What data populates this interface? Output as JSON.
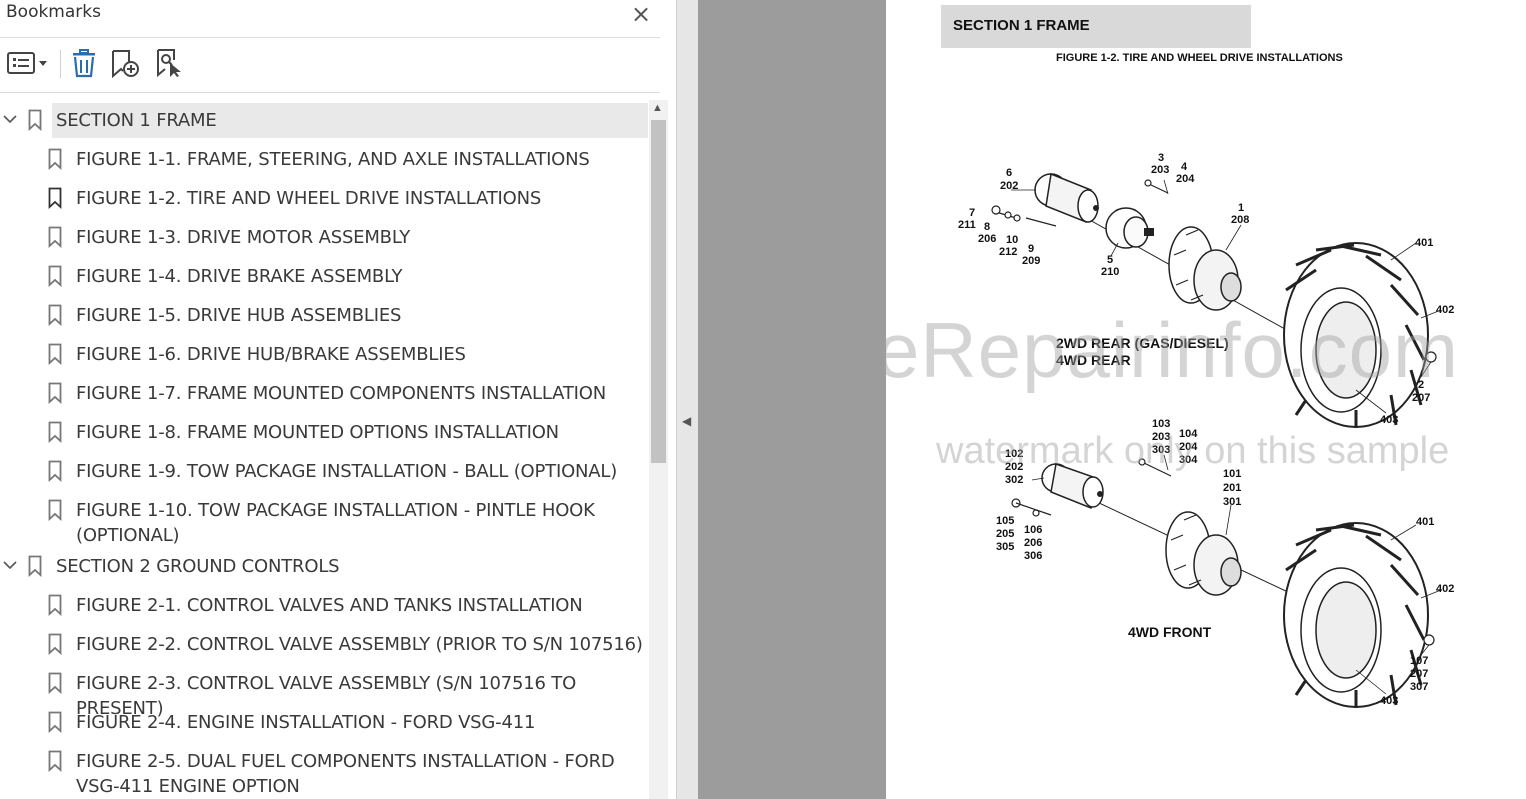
{
  "bookmarks_panel": {
    "title": "Bookmarks",
    "close_glyph": "×",
    "toolbar": [
      {
        "name": "options-menu-icon"
      },
      {
        "name": "delete-bookmark-icon"
      },
      {
        "name": "add-bookmark-icon"
      },
      {
        "name": "find-current-bookmark-icon"
      }
    ],
    "tree": [
      {
        "level": 0,
        "expanded": true,
        "selected": true,
        "label": "SECTION 1 FRAME"
      },
      {
        "level": 1,
        "label": "FIGURE 1-1. FRAME, STEERING, AND AXLE INSTALLATIONS"
      },
      {
        "level": 1,
        "current": true,
        "label": "FIGURE 1-2. TIRE AND WHEEL DRIVE INSTALLATIONS"
      },
      {
        "level": 1,
        "label": "FIGURE 1-3. DRIVE MOTOR ASSEMBLY"
      },
      {
        "level": 1,
        "label": "FIGURE 1-4. DRIVE BRAKE ASSEMBLY"
      },
      {
        "level": 1,
        "label": "FIGURE 1-5. DRIVE HUB ASSEMBLIES"
      },
      {
        "level": 1,
        "label": "FIGURE 1-6. DRIVE HUB/BRAKE ASSEMBLIES"
      },
      {
        "level": 1,
        "label": "FIGURE 1-7. FRAME MOUNTED COMPONENTS INSTALLATION"
      },
      {
        "level": 1,
        "label": "FIGURE 1-8. FRAME MOUNTED OPTIONS INSTALLATION"
      },
      {
        "level": 1,
        "label": "FIGURE 1-9. TOW PACKAGE INSTALLATION - BALL (OPTIONAL)"
      },
      {
        "level": 1,
        "label": "FIGURE 1-10. TOW PACKAGE INSTALLATION - PINTLE HOOK",
        "label2": "(OPTIONAL)"
      },
      {
        "level": 0,
        "expanded": true,
        "label": "SECTION 2 GROUND CONTROLS"
      },
      {
        "level": 1,
        "label": "FIGURE 2-1. CONTROL VALVES AND TANKS INSTALLATION"
      },
      {
        "level": 1,
        "label": "FIGURE 2-2. CONTROL VALVE ASSEMBLY (PRIOR TO S/N 107516)"
      },
      {
        "level": 1,
        "label": "FIGURE 2-3. CONTROL VALVE ASSEMBLY (S/N 107516 TO PRESENT)"
      },
      {
        "level": 1,
        "label": "FIGURE 2-4. ENGINE INSTALLATION - FORD VSG-411"
      },
      {
        "level": 1,
        "label": "FIGURE 2-5. DUAL FUEL COMPONENTS INSTALLATION - FORD",
        "label2": "VSG-411 ENGINE OPTION"
      }
    ]
  },
  "splitter": {
    "arrow": "◀"
  },
  "document": {
    "section_header": "SECTION 1  FRAME",
    "figure_title": "FIGURE 1-2. TIRE AND WHEEL DRIVE INSTALLATIONS",
    "watermark_main": "eRepairinfo.com",
    "watermark_sub": "watermark only on this sample",
    "rear_caption_1": "2WD REAR (GAS/DIESEL)",
    "rear_caption_2": "4WD REAR",
    "front_caption": "4WD FRONT",
    "rear_callouts": [
      {
        "text": "6",
        "id": "r6"
      },
      {
        "text": "202",
        "id": "r202"
      },
      {
        "text": "3",
        "id": "r3"
      },
      {
        "text": "203",
        "id": "r203"
      },
      {
        "text": "4",
        "id": "r4"
      },
      {
        "text": "204",
        "id": "r204"
      },
      {
        "text": "1",
        "id": "r1"
      },
      {
        "text": "208",
        "id": "r208"
      },
      {
        "text": "7",
        "id": "r7"
      },
      {
        "text": "211",
        "id": "r211"
      },
      {
        "text": "8",
        "id": "r8"
      },
      {
        "text": "206",
        "id": "r206"
      },
      {
        "text": "10",
        "id": "r10"
      },
      {
        "text": "212",
        "id": "r212"
      },
      {
        "text": "9",
        "id": "r9"
      },
      {
        "text": "209",
        "id": "r209"
      },
      {
        "text": "5",
        "id": "r5"
      },
      {
        "text": "210",
        "id": "r210"
      },
      {
        "text": "401",
        "id": "r401"
      },
      {
        "text": "402",
        "id": "r402"
      },
      {
        "text": "2",
        "id": "r2"
      },
      {
        "text": "207",
        "id": "r207"
      },
      {
        "text": "403",
        "id": "r403"
      }
    ],
    "front_callouts": [
      {
        "text": "103",
        "id": "f103"
      },
      {
        "text": "203",
        "id": "f203"
      },
      {
        "text": "303",
        "id": "f303"
      },
      {
        "text": "104",
        "id": "f104"
      },
      {
        "text": "204",
        "id": "f204"
      },
      {
        "text": "304",
        "id": "f304"
      },
      {
        "text": "102",
        "id": "f102"
      },
      {
        "text": "202",
        "id": "f202"
      },
      {
        "text": "302",
        "id": "f302"
      },
      {
        "text": "101",
        "id": "f101"
      },
      {
        "text": "201",
        "id": "f201"
      },
      {
        "text": "301",
        "id": "f301"
      },
      {
        "text": "105",
        "id": "f105"
      },
      {
        "text": "205",
        "id": "f205"
      },
      {
        "text": "305",
        "id": "f305"
      },
      {
        "text": "106",
        "id": "f106"
      },
      {
        "text": "206",
        "id": "f206"
      },
      {
        "text": "306",
        "id": "f306"
      },
      {
        "text": "401",
        "id": "f401"
      },
      {
        "text": "402",
        "id": "f402"
      },
      {
        "text": "107",
        "id": "f107"
      },
      {
        "text": "207",
        "id": "f207"
      },
      {
        "text": "307",
        "id": "f307"
      },
      {
        "text": "403",
        "id": "f403"
      }
    ]
  }
}
